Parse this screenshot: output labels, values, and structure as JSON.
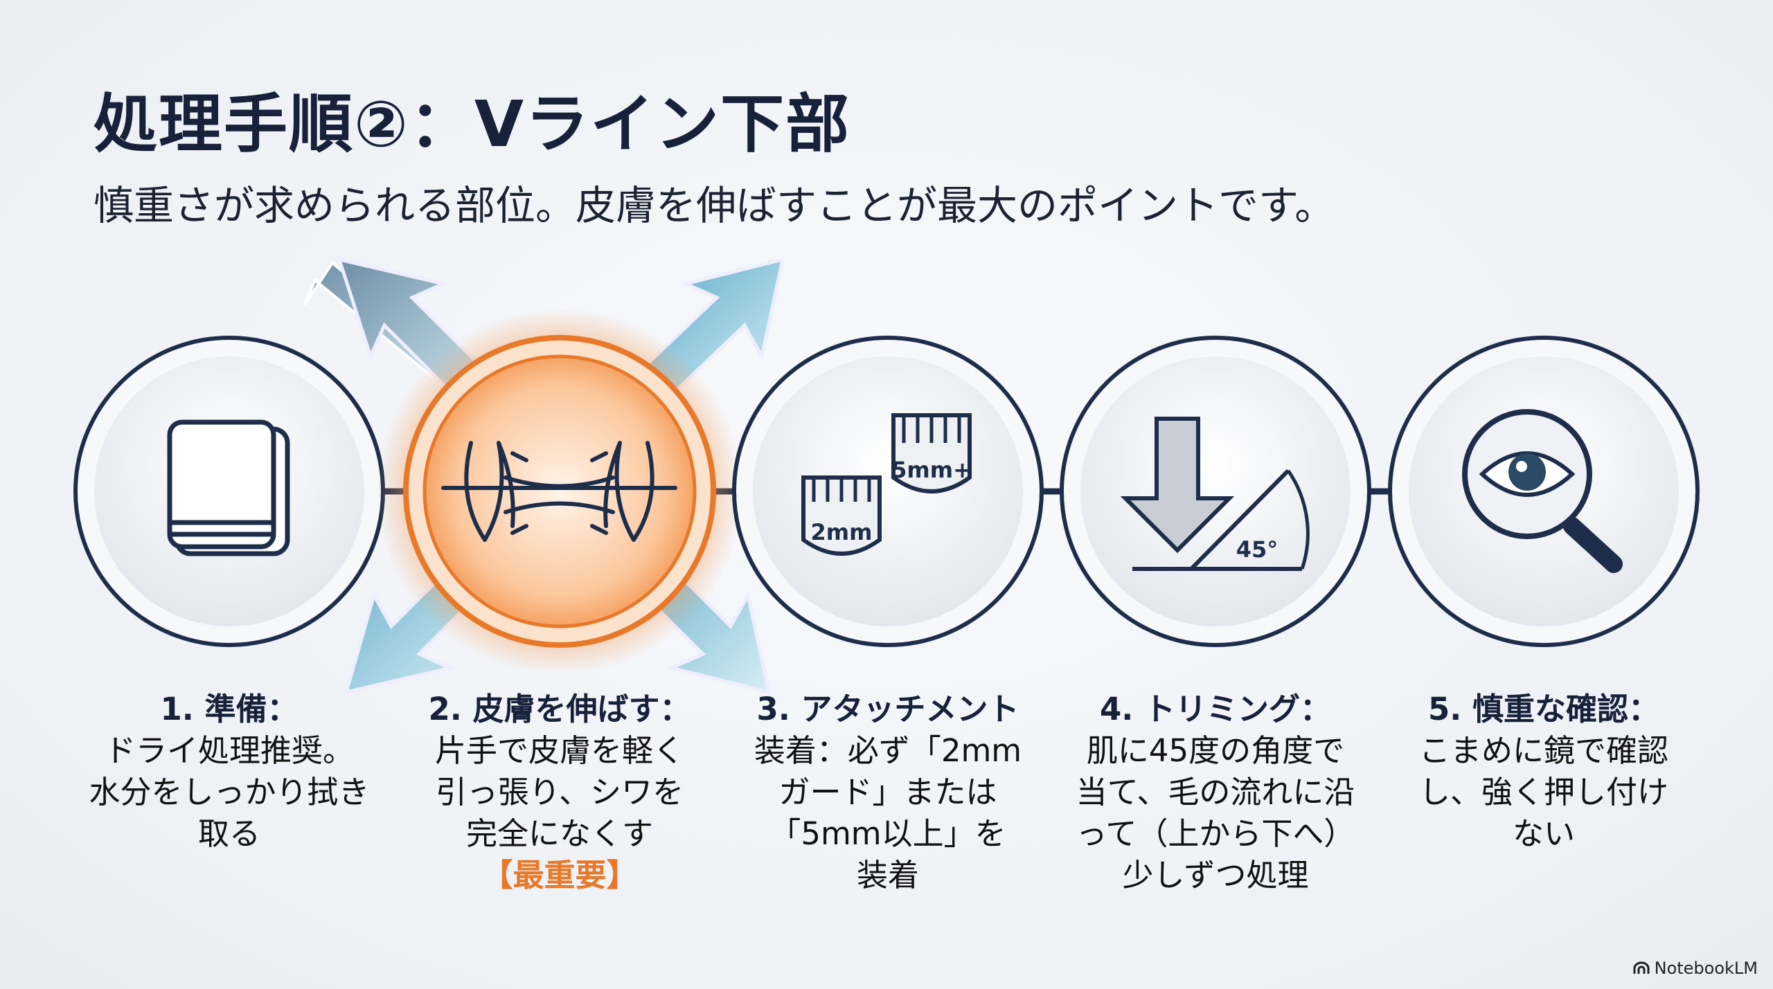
{
  "title": "処理手順②：Vライン下部",
  "subtitle": "慎重さが求められる部位。皮膚を伸ばすことが最大のポイントです。",
  "icons": {
    "guard_small": "2mm",
    "guard_large": "5mm+",
    "angle": "45°"
  },
  "steps": [
    {
      "icon": "towel-icon",
      "title": "1. 準備：",
      "lines": [
        "ドライ処理推奨。",
        "水分をしっかり拭き",
        "取る"
      ]
    },
    {
      "icon": "stretching-hands-icon",
      "title": "2. 皮膚を伸ばす：",
      "lines": [
        "片手で皮膚を軽く",
        "引っ張り、シワを",
        "完全になくす"
      ],
      "emphasis": "【最重要】"
    },
    {
      "icon": "guard-combs-icon",
      "title": "3. アタッチメント",
      "lines": [
        "装着：必ず「2mm",
        "ガード」または",
        "「5mm以上」を",
        "装着"
      ]
    },
    {
      "icon": "angle-arrow-icon",
      "title": "4. トリミング：",
      "lines": [
        "肌に45度の角度で",
        "当て、毛の流れに沿",
        "って（上から下へ）",
        "少しずつ処理"
      ]
    },
    {
      "icon": "magnifier-eye-icon",
      "title": "5. 慎重な確認：",
      "lines": [
        "こまめに鏡で確認",
        "し、強く押し付け",
        "ない"
      ]
    }
  ],
  "brand": "NotebookLM",
  "colors": {
    "accent": "#e8782a",
    "navy": "#17213a",
    "arrow": "#8fc3d6"
  }
}
